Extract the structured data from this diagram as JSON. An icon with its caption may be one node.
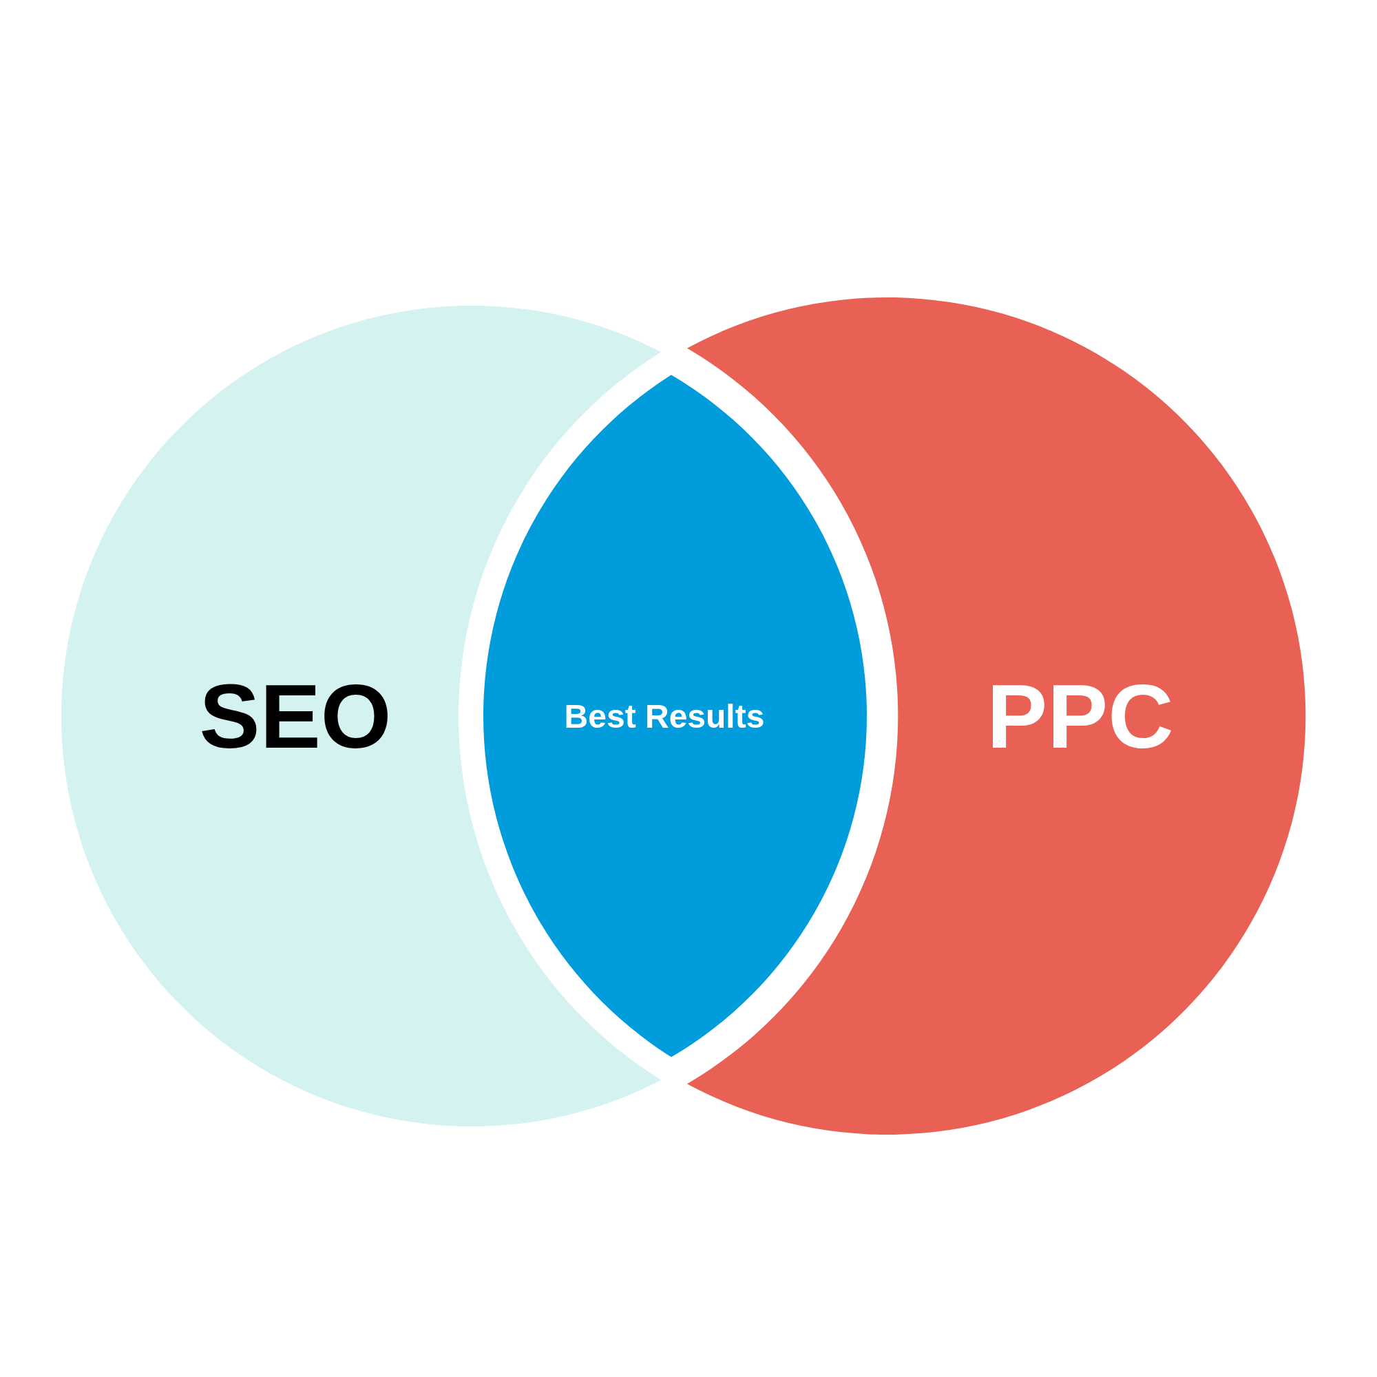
{
  "diagram": {
    "nodes": [
      {
        "text": [
          "SEO"
        ]
      },
      {
        "text": [
          "PPC"
        ]
      },
      {
        "text": [
          "Best Results"
        ]
      }
    ]
  }
}
